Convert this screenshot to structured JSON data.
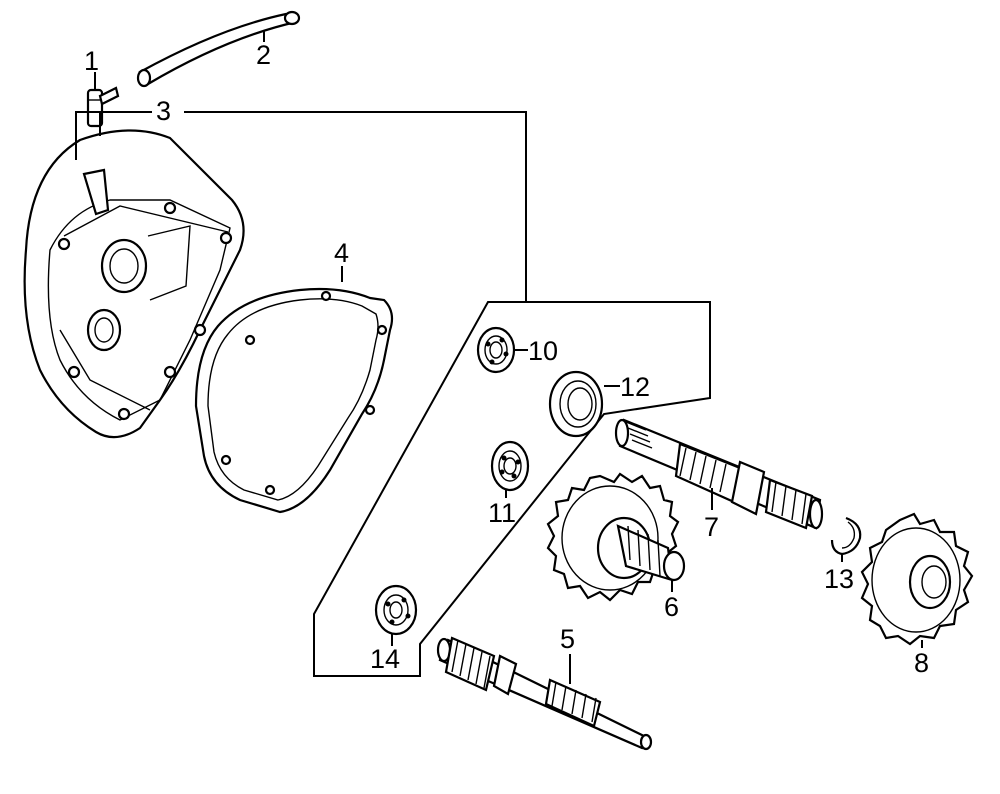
{
  "callouts": [
    {
      "id": "1",
      "text": "1"
    },
    {
      "id": "2",
      "text": "2"
    },
    {
      "id": "3",
      "text": "3"
    },
    {
      "id": "4",
      "text": "4"
    },
    {
      "id": "5",
      "text": "5"
    },
    {
      "id": "6",
      "text": "6"
    },
    {
      "id": "7",
      "text": "7"
    },
    {
      "id": "8",
      "text": "8"
    },
    {
      "id": "10",
      "text": "10"
    },
    {
      "id": "11",
      "text": "11"
    },
    {
      "id": "12",
      "text": "12"
    },
    {
      "id": "13",
      "text": "13"
    },
    {
      "id": "14",
      "text": "14"
    }
  ],
  "colors": {
    "ink": "#000000",
    "paper": "#ffffff"
  }
}
